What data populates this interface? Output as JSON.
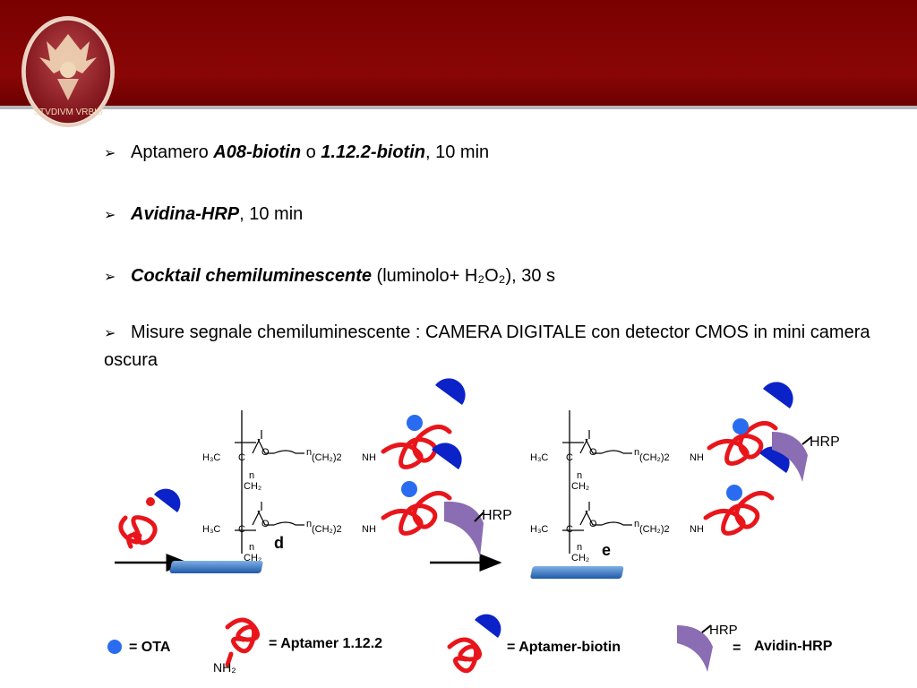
{
  "logo": {
    "text": "STVDIVM VRBIS"
  },
  "bullets": [
    {
      "prefix": "Aptamero ",
      "em1": "A08-biotin",
      "mid": " o ",
      "em2": "1.12.2-biotin",
      "suffix": ", 10 min"
    },
    {
      "em1": "Avidina-HRP",
      "suffix": ", 10 min"
    },
    {
      "em1": "Cocktail chemiluminescente",
      "suffix": " (luminolo+ H₂O₂), 30 s"
    },
    {
      "text": "Misure segnale chemiluminescente :  CAMERA DIGITALE con detector CMOS in mini camera oscura"
    }
  ],
  "diagram": {
    "struct_left_label": "d",
    "struct_right_label": "e",
    "hrp_label": "HRP",
    "h3c": "H₃C",
    "ch2": "CH₂",
    "c": "C",
    "n": "n",
    "nh": "NH",
    "o": "O",
    "ch2_2": "(CH₂)2",
    "nh2": "NH₂"
  },
  "legend": {
    "ota": "= OTA",
    "aptamer": "= Aptamer 1.12.2",
    "aptamer_biotin": "= Aptamer-biotin",
    "hrp": "HRP",
    "avidin_hrp_eq": "=",
    "avidin_hrp": "Avidin-HRP"
  },
  "colors": {
    "header": "#7f0000",
    "aptamer": "#e8151b",
    "ota": "#1e4fe0",
    "biotin": "#0a22c8",
    "hrp": "#8a6db2",
    "surface": "#3d7cc4"
  }
}
